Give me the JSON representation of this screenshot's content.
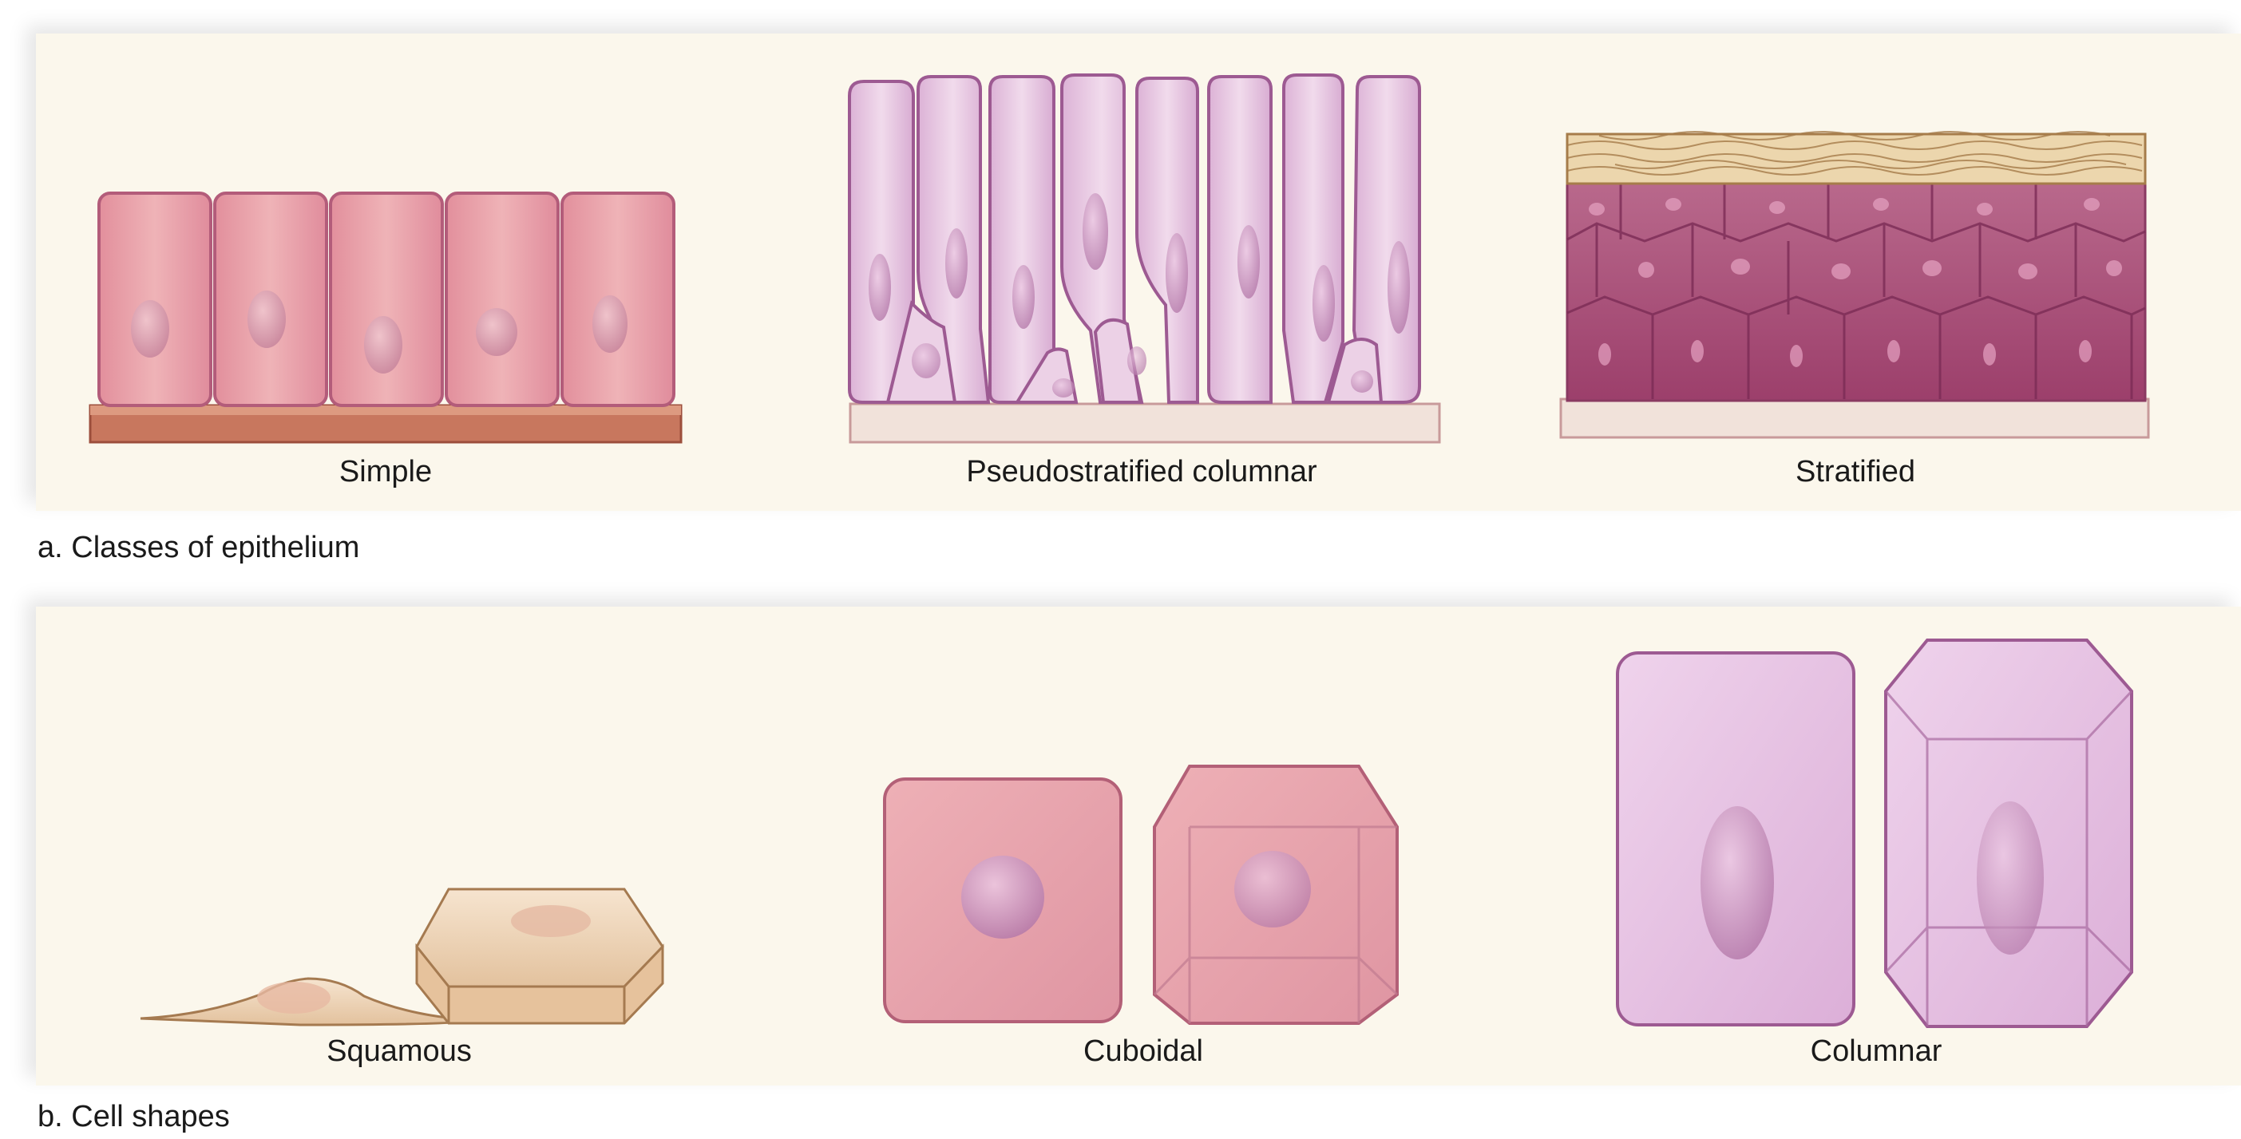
{
  "panel_a": {
    "labels": {
      "simple": "Simple",
      "pseudostratified": "Pseudostratified columnar",
      "stratified": "Stratified"
    },
    "caption": "a. Classes of epithelium"
  },
  "panel_b": {
    "labels": {
      "squamous": "Squamous",
      "cuboidal": "Cuboidal",
      "columnar": "Columnar"
    },
    "caption": "b. Cell shapes"
  },
  "colors": {
    "panel_background": "#fbf7ec",
    "simple_cell": "#e9a3ad",
    "simple_basement": "#c06a52",
    "pseudostratified_cell": "#e7c5df",
    "stratified_deep_cell": "#a94f78",
    "stratified_surface": "#e8d2a8",
    "squamous_cell": "#ecd0b0",
    "cuboidal_cell": "#e6a3ad",
    "columnar_cell": "#e4bde0",
    "outline": "#8a4a78"
  }
}
